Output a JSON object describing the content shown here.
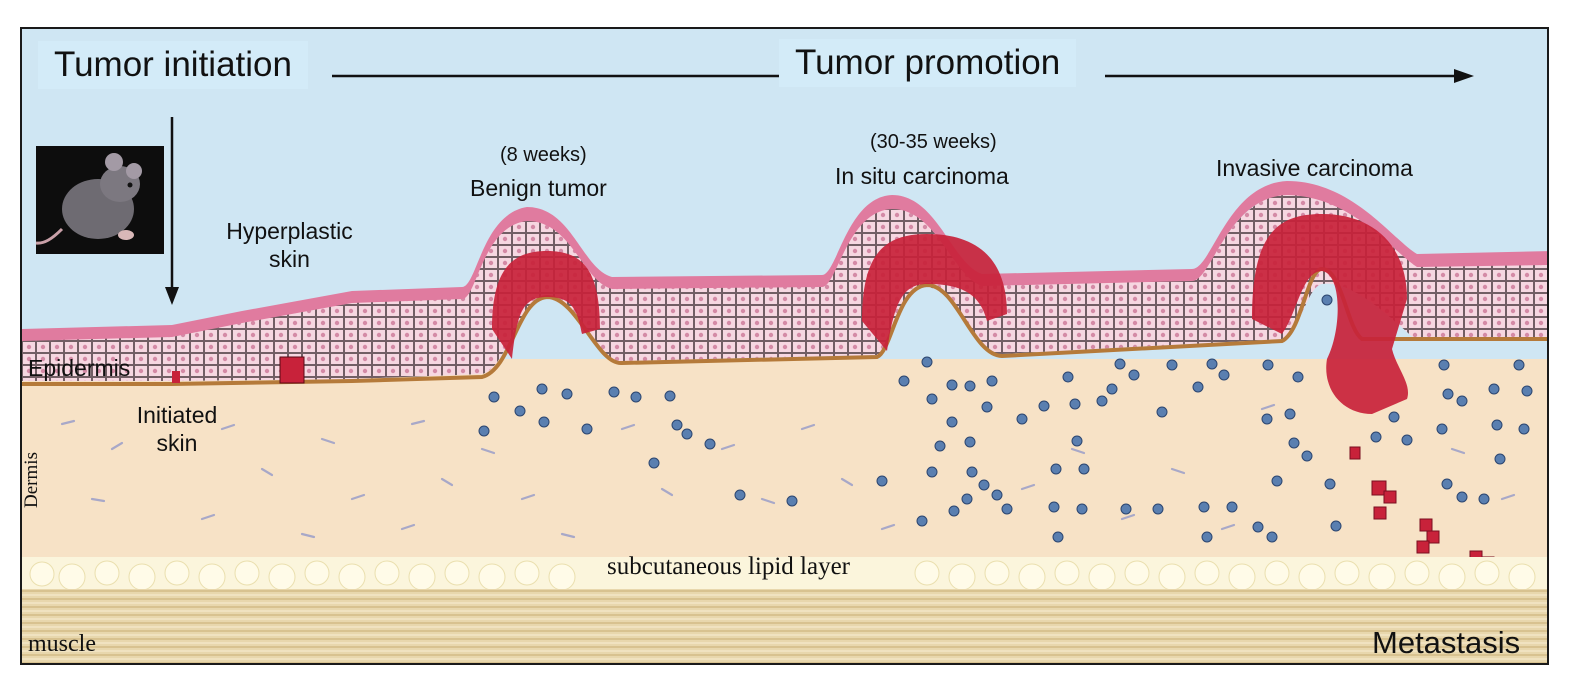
{
  "header": {
    "initiation": "Tumor initiation",
    "promotion": "Tumor promotion"
  },
  "labels": {
    "hyperplastic_line1": "Hyperplastic",
    "hyperplastic_line2": "skin",
    "benign_time": "(8 weeks)",
    "benign": "Benign tumor",
    "insitu_time": "(30-35 weeks)",
    "insitu": "In situ carcinoma",
    "invasive": "Invasive carcinoma",
    "epidermis": "Epidermis",
    "initiated_line1": "Initiated",
    "initiated_line2": "skin",
    "dermis": "Dermis",
    "lipid": "subcutaneous lipid layer",
    "muscle": "muscle",
    "metastasis": "Metastasis"
  },
  "icons": {
    "mouse": "mouse-photo-icon",
    "down_arrow": "down-arrow-icon",
    "right_arrow": "right-arrow-icon"
  },
  "colors": {
    "sky": "#cfe6f3",
    "stratum_corneum": "#e07b9f",
    "epidermis_cell": "#f6d7e1",
    "tumor_cell": "#c8223a",
    "dermis": "#f7e2c6",
    "immune_cell": "#5a7fb0",
    "fibroblast": "#a8a8c8",
    "lipid": "#fbf5dc",
    "muscle": "#e8d8b0"
  }
}
